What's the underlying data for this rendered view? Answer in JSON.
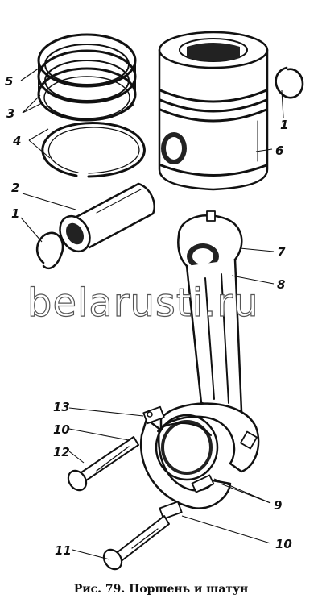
{
  "figure": {
    "caption": "Рис. 79. Поршень и шатун",
    "watermark": "belarusti.ru",
    "callouts": [
      "5",
      "3",
      "4",
      "2",
      "1",
      "1",
      "6",
      "7",
      "8",
      "13",
      "10",
      "12",
      "9",
      "11",
      "10"
    ]
  }
}
